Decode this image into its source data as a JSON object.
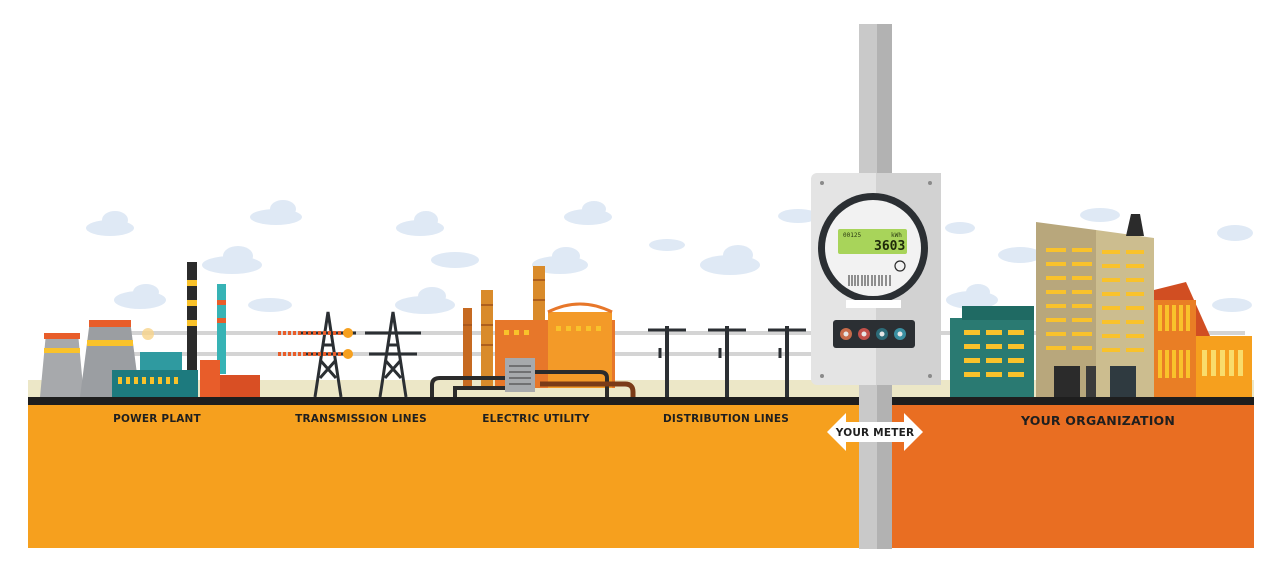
{
  "labels": {
    "power_plant": "POWER PLANT",
    "transmission_lines": "TRANSMISSION LINES",
    "electric_utility": "ELECTRIC UTILITY",
    "distribution_lines": "DISTRIBUTION LINES",
    "your_meter": "YOUR METER",
    "your_organization": "YOUR ORGANIZATION"
  },
  "meter": {
    "reading_small": "00125",
    "unit": "kWh",
    "reading_big": "3603"
  },
  "colors": {
    "ground_left": "#f6a01e",
    "ground_right": "#e96e22",
    "road": "#1e1e1e",
    "sky_band": "#ece7c7",
    "cloud": "#dfe9f5"
  }
}
